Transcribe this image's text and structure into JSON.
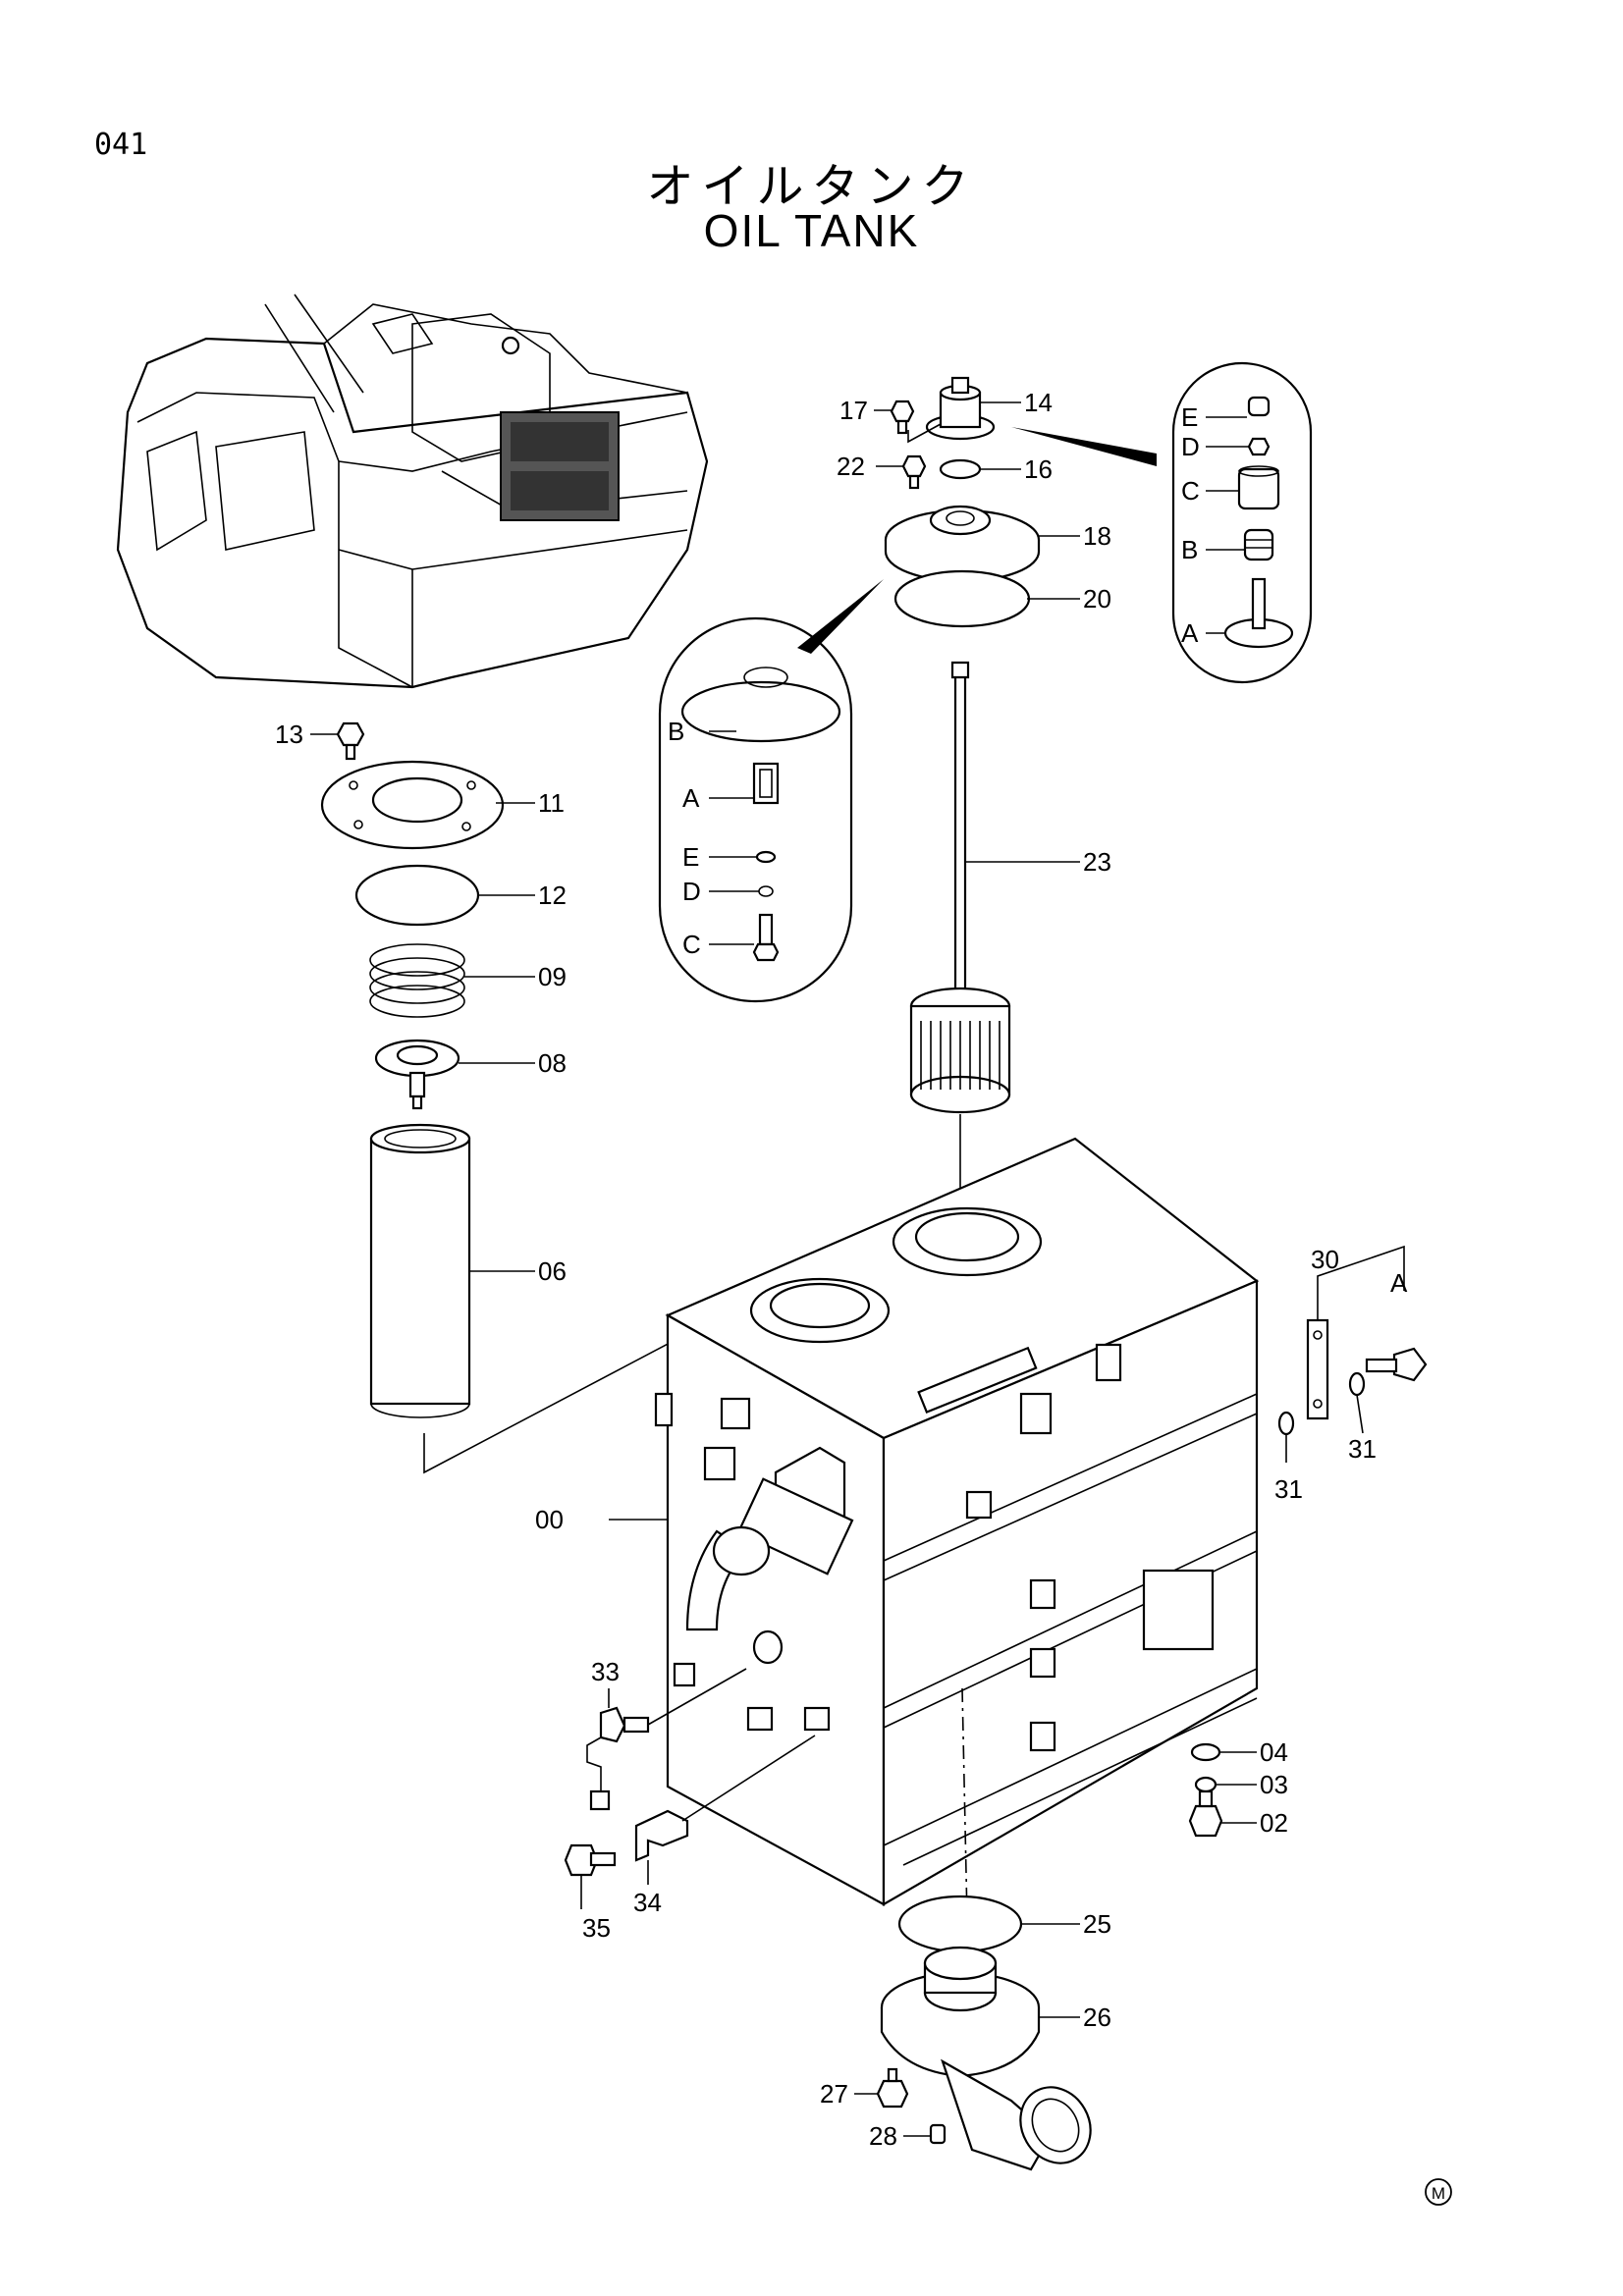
{
  "page_number": "041",
  "title_jp": "オイルタンク",
  "title_en": "OIL TANK",
  "marker": "M",
  "labels": {
    "p00": "00",
    "p02": "02",
    "p03": "03",
    "p04": "04",
    "p06": "06",
    "p08": "08",
    "p09": "09",
    "p11": "11",
    "p12": "12",
    "p13": "13",
    "p14": "14",
    "p16": "16",
    "p17": "17",
    "p18": "18",
    "p20": "20",
    "p22": "22",
    "p23": "23",
    "p25": "25",
    "p26": "26",
    "p27": "27",
    "p28": "28",
    "p30": "30",
    "p31a": "31",
    "p31b": "31",
    "p33": "33",
    "p34": "34",
    "p35": "35",
    "p30A": "A"
  },
  "detail_right": {
    "e": "E",
    "d": "D",
    "c": "C",
    "b": "B",
    "a": "A"
  },
  "detail_left": {
    "b": "B",
    "a": "A",
    "e": "E",
    "d": "D",
    "c": "C"
  }
}
